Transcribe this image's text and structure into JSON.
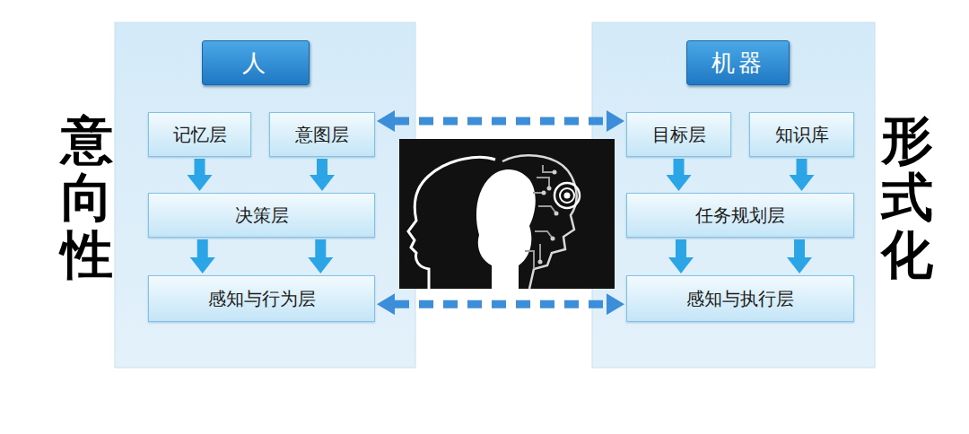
{
  "diagram": {
    "nodes": [
      {
        "text": [
          "意向性"
        ]
      },
      {
        "text": [
          "人"
        ],
        "in": 0
      },
      {
        "text": [
          "记忆层"
        ],
        "in": 0
      },
      {
        "text": [
          "意图层"
        ],
        "in": 0
      },
      {
        "text": [
          "决策层"
        ],
        "in": 0
      },
      {
        "text": [
          "感知与行为层"
        ],
        "in": 0
      },
      {
        "text": [
          "形式化"
        ]
      },
      {
        "text": [
          "机器"
        ],
        "in": 6
      },
      {
        "text": [
          "目标层"
        ],
        "in": 6
      },
      {
        "text": [
          "知识库"
        ],
        "in": 6
      },
      {
        "text": [
          "任务规划层"
        ],
        "in": 6
      },
      {
        "text": [
          "感知与执行层"
        ],
        "in": 6
      }
    ],
    "edges": [
      {
        "from": 2,
        "to": 4,
        "arrow": "to"
      },
      {
        "from": 3,
        "to": 4,
        "arrow": "to"
      },
      {
        "from": 4,
        "to": 5,
        "arrow": "to"
      },
      {
        "from": 4,
        "to": 5,
        "arrow": "to"
      },
      {
        "from": 8,
        "to": 10,
        "arrow": "to"
      },
      {
        "from": 9,
        "to": 10,
        "arrow": "to"
      },
      {
        "from": 10,
        "to": 11,
        "arrow": "to"
      },
      {
        "from": 10,
        "to": 11,
        "arrow": "to"
      },
      {
        "from": 3,
        "to": 8,
        "arrow": "both"
      },
      {
        "from": 5,
        "to": 11,
        "arrow": "both"
      }
    ]
  }
}
